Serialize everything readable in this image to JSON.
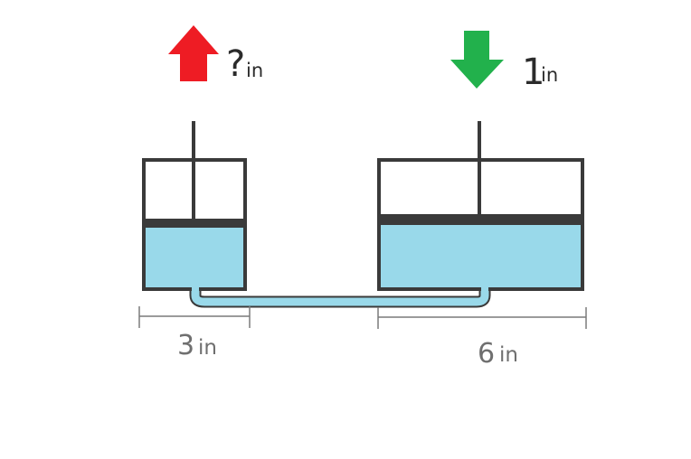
{
  "labels": {
    "small_piston_displacement": "?",
    "small_piston_displacement_unit": "in",
    "large_piston_displacement": "1",
    "large_piston_displacement_unit": "in",
    "small_piston_width": "3",
    "small_piston_width_unit": "in",
    "large_piston_width": "6",
    "large_piston_width_unit": "in"
  },
  "arrows": {
    "small_piston_direction": "up",
    "large_piston_direction": "down"
  },
  "colors": {
    "up_arrow": "#ee1c24",
    "down_arrow": "#22b14c",
    "fluid": "#99d9ea",
    "outline": "#3a3a3a",
    "dimension_line": "#7a7a7a"
  },
  "icons": {
    "up_arrow": "arrow-up-icon",
    "down_arrow": "arrow-down-icon"
  }
}
